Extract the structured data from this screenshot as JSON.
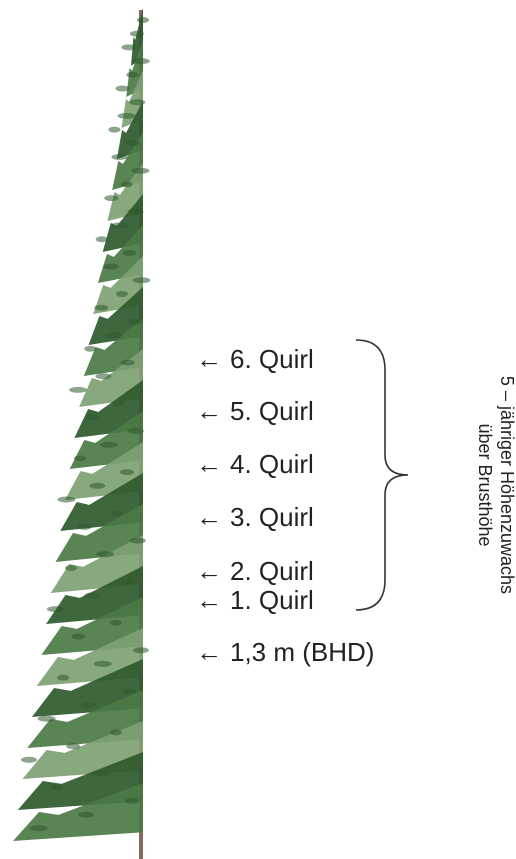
{
  "labels": {
    "whorls": [
      {
        "arrow": "←",
        "text": "6. Quirl"
      },
      {
        "arrow": "←",
        "text": "5. Quirl"
      },
      {
        "arrow": "←",
        "text": "4. Quirl"
      },
      {
        "arrow": "←",
        "text": "3. Quirl"
      },
      {
        "arrow": "←",
        "text": "2. Quirl"
      },
      {
        "arrow": "←",
        "text": "1. Quirl"
      }
    ],
    "breast_height": {
      "arrow": "←",
      "text": "1,3 m (BHD)"
    },
    "side_line1": "5 – jähriger Höhenzuwachs",
    "side_line2": "über Brusthöhe"
  },
  "colors": {
    "tree_dark": "#2f5a2e",
    "tree_mid": "#4b7a45",
    "tree_light": "#7ea174",
    "trunk": "#8a6a5a"
  }
}
